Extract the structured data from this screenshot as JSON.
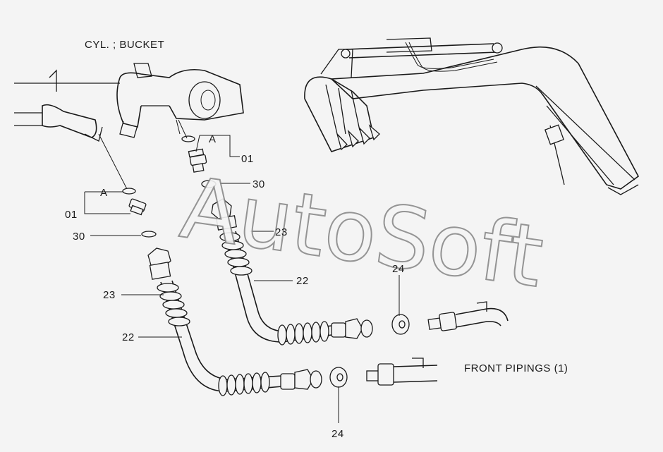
{
  "diagram": {
    "title_cyl": "CYL. ; BUCKET",
    "title_front": "FRONT PIPINGS (1)",
    "watermark": "AutoSoft",
    "callouts": {
      "a_upper": "A",
      "a_lower": "A",
      "p01_upper": "01",
      "p01_lower": "01",
      "p30_upper": "30",
      "p30_lower": "30",
      "p23_upper": "23",
      "p23_lower": "23",
      "p22_upper": "22",
      "p22_lower": "22",
      "p24_upper": "24",
      "p24_lower": "24"
    }
  }
}
